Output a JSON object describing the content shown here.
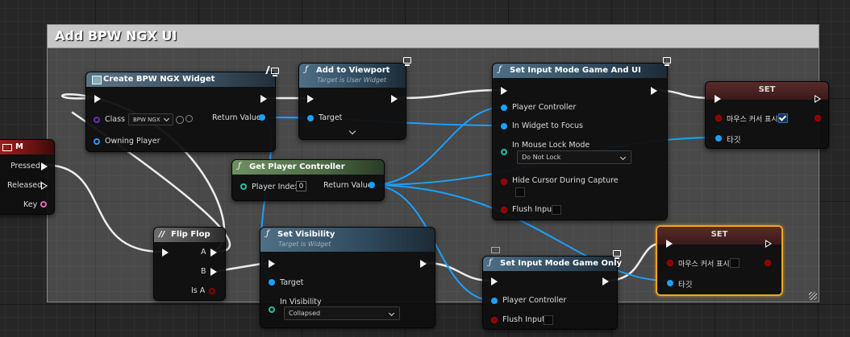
{
  "comment": {
    "title": "Add BPW NGX UI"
  },
  "nodes": {
    "create": {
      "title": "Create BPW NGX Widget",
      "class_label": "Class",
      "class_value": "BPW NGX",
      "owning_player": "Owning Player",
      "return_value": "Return Value"
    },
    "viewport": {
      "title": "Add to Viewport",
      "subtitle": "Target is User Widget",
      "target": "Target"
    },
    "gameui": {
      "title": "Set Input Mode Game And UI",
      "player_controller": "Player Controller",
      "in_widget": "In Widget to Focus",
      "mouse_lock": "In Mouse Lock Mode",
      "mouse_lock_value": "Do Not Lock",
      "hide_cursor": "Hide Cursor During Capture",
      "flush": "Flush Input"
    },
    "set1": {
      "title": "SET",
      "var": "마우스 커서 표시",
      "target": "타깃",
      "checked": true
    },
    "key": {
      "title": "M",
      "pressed": "Pressed",
      "released": "Released",
      "key": "Key"
    },
    "getpc": {
      "title": "Get Player Controller",
      "player_index": "Player Index",
      "index_value": "0",
      "return_value": "Return Value"
    },
    "flipflop": {
      "title": "Flip Flop",
      "a": "A",
      "b": "B",
      "is_a": "Is A"
    },
    "setvis": {
      "title": "Set Visibility",
      "subtitle": "Target is Widget",
      "target": "Target",
      "in_visibility": "In Visibility",
      "vis_value": "Collapsed"
    },
    "gameonly": {
      "title": "Set Input Mode Game Only",
      "player_controller": "Player Controller",
      "flush": "Flush Input"
    },
    "set2": {
      "title": "SET",
      "var": "마우스 커서 표시",
      "target": "타깃",
      "checked": false
    }
  },
  "colors": {
    "exec": "#f2f2f2",
    "object": "#1aa1ff",
    "bool": "#8b0000",
    "enum": "#2bbfa4",
    "class": "#6a2fb8",
    "selected": "#f0a51e"
  },
  "icons": [
    "function-icon",
    "monitor-icon",
    "flipflop-icon",
    "widget-icon",
    "keyboard-icon"
  ]
}
